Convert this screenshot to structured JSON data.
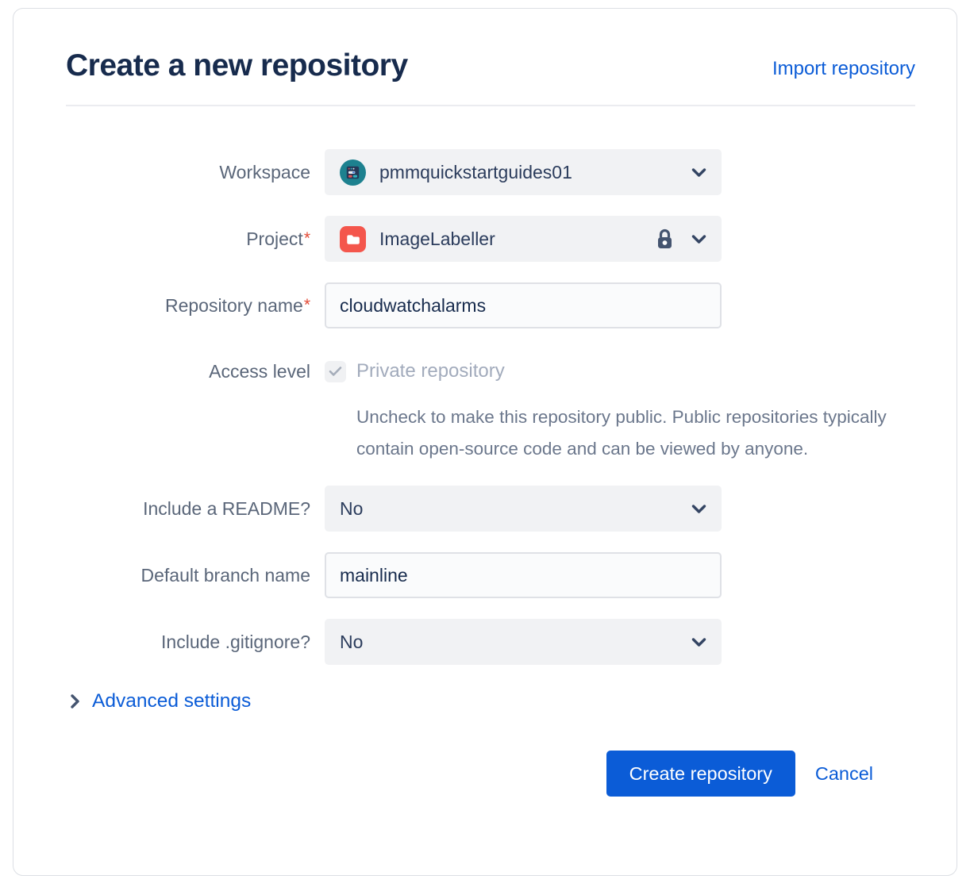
{
  "page": {
    "title": "Create a new repository",
    "import_link": "Import repository"
  },
  "form": {
    "workspace": {
      "label": "Workspace",
      "value": "pmmquickstartguides01",
      "avatar": "workspace-avatar-teal-browser"
    },
    "project": {
      "label": "Project",
      "required_mark": "*",
      "value": "ImageLabeller",
      "avatar": "project-avatar-red-folder",
      "lock_icon": "lock-icon"
    },
    "repository_name": {
      "label": "Repository name",
      "required_mark": "*",
      "value": "cloudwatchalarms"
    },
    "access_level": {
      "label": "Access level",
      "checkbox_label": "Private repository",
      "checked": true,
      "disabled": true,
      "help": "Uncheck to make this repository public. Public repositories typically contain open-source code and can be viewed by anyone."
    },
    "readme": {
      "label": "Include a README?",
      "value": "No"
    },
    "default_branch": {
      "label": "Default branch name",
      "value": "mainline"
    },
    "gitignore": {
      "label": "Include .gitignore?",
      "value": "No"
    }
  },
  "advanced_settings": {
    "label": "Advanced settings"
  },
  "actions": {
    "create_label": "Create repository",
    "cancel_label": "Cancel"
  },
  "colors": {
    "accent_blue": "#0B5CD7",
    "title_navy": "#172B4D",
    "label_gray": "#5A6679",
    "help_gray": "#6B778C",
    "disabled_gray": "#A2ABBC",
    "required_red": "#E34935",
    "field_bg": "#F1F2F4",
    "input_border": "#DFE1E6",
    "workspace_avatar_teal": "#1D818F",
    "project_avatar_red": "#F4564C"
  }
}
